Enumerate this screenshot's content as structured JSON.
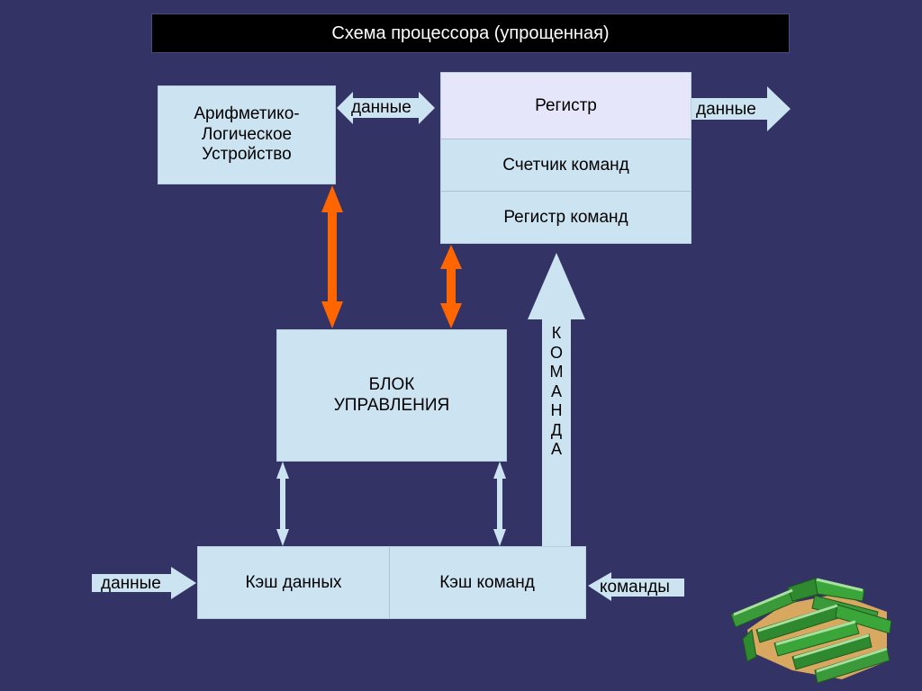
{
  "title": "Схема процессора (упрощенная)",
  "colors": {
    "background": "#333366",
    "block_fill": "#cce4f2",
    "register_top_fill": "#e6e6fa",
    "orange_arrow": "#ff6600",
    "light_arrow": "#cce4f2"
  },
  "blocks": {
    "alu": [
      "Арифметико-",
      "Логическое",
      "Устройство"
    ],
    "register": "Регистр",
    "program_counter": "Счетчик команд",
    "instruction_register": "Регистр команд",
    "control_unit": [
      "БЛОК",
      "УПРАВЛЕНИЯ"
    ],
    "data_cache": "Кэш данных",
    "instruction_cache": "Кэш команд"
  },
  "arrows": {
    "alu_register_data": "данные",
    "register_out_data": "данные",
    "data_in": "данные",
    "commands_in": "команды",
    "command_vertical": [
      "К",
      "О",
      "М",
      "А",
      "Н",
      "Д",
      "А"
    ]
  },
  "decoration": "maze-clipart"
}
